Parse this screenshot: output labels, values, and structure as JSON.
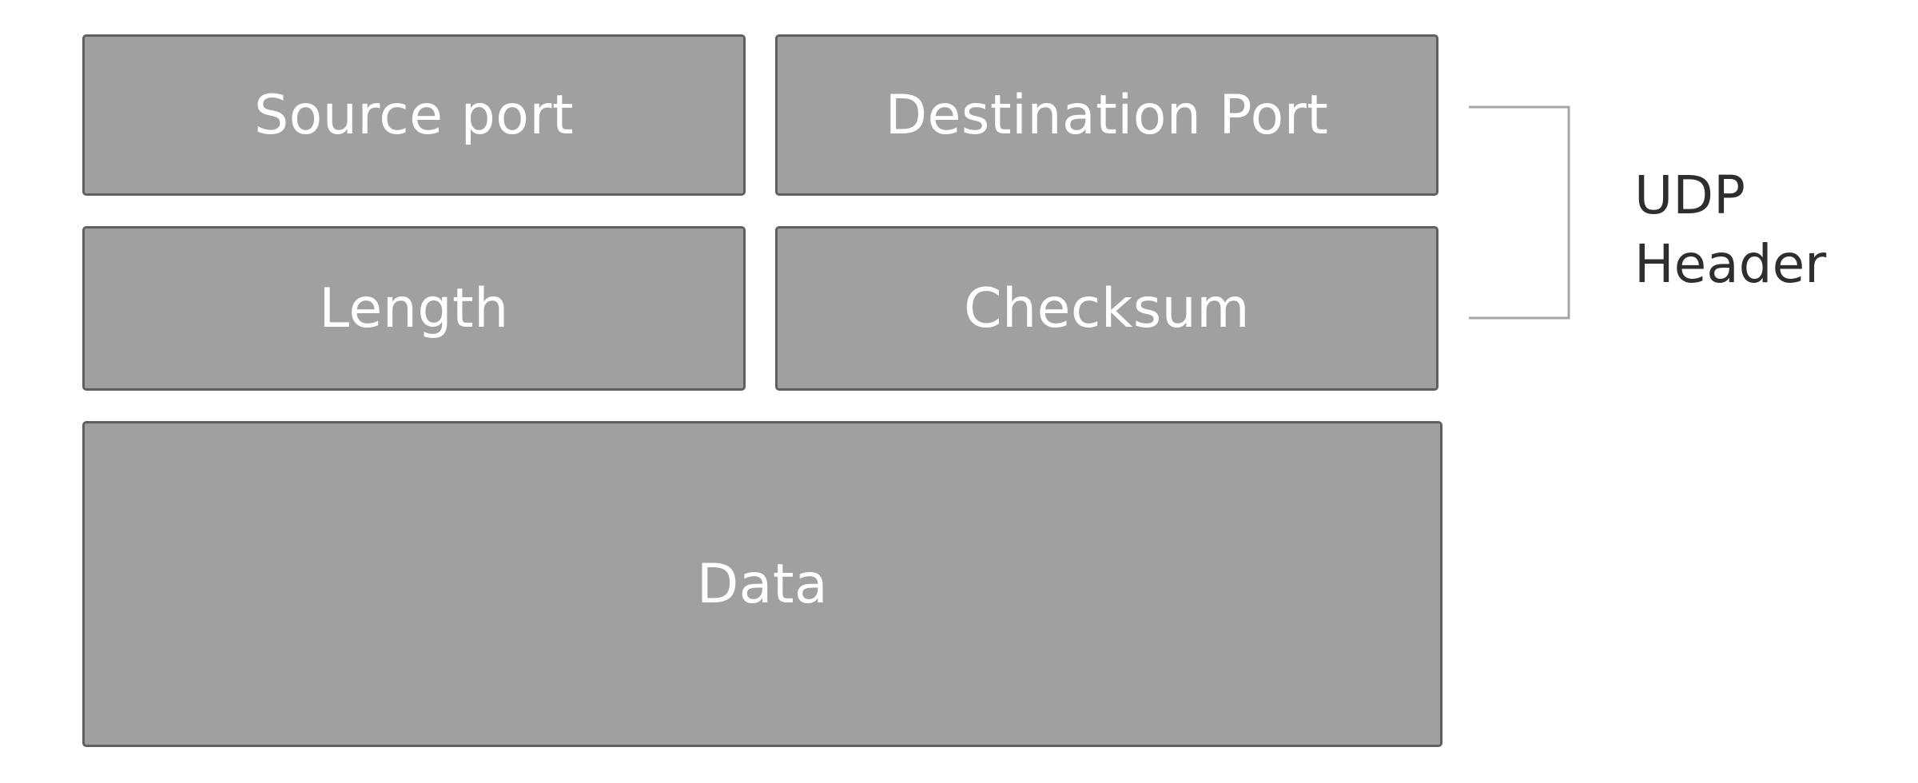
{
  "fields": {
    "source_port": "Source port",
    "destination_port": "Destination Port",
    "length": "Length",
    "checksum": "Checksum",
    "data": "Data"
  },
  "bracket_label": {
    "line1": "UDP",
    "line2": "Header"
  },
  "colors": {
    "field_fill": "#a0a0a0",
    "field_border": "#5f5f5f",
    "field_text": "#ffffff",
    "bracket_line": "#a6a6a6",
    "label_text": "#2e2e2e"
  }
}
